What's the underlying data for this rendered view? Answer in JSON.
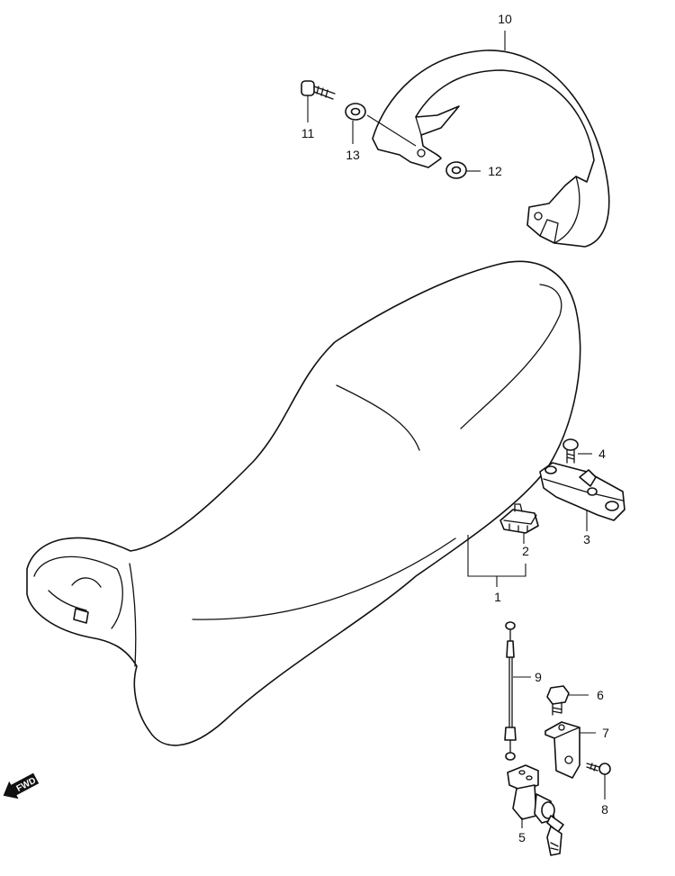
{
  "callouts": {
    "c1": "1",
    "c2": "2",
    "c3": "3",
    "c4": "4",
    "c5": "5",
    "c6": "6",
    "c7": "7",
    "c8": "8",
    "c9": "9",
    "c10": "10",
    "c11": "11",
    "c12": "12",
    "c13": "13"
  },
  "direction_badge": {
    "label": "FWD",
    "icon": "forward-arrow-icon"
  },
  "colors": {
    "line": "#111111",
    "background": "#ffffff"
  }
}
